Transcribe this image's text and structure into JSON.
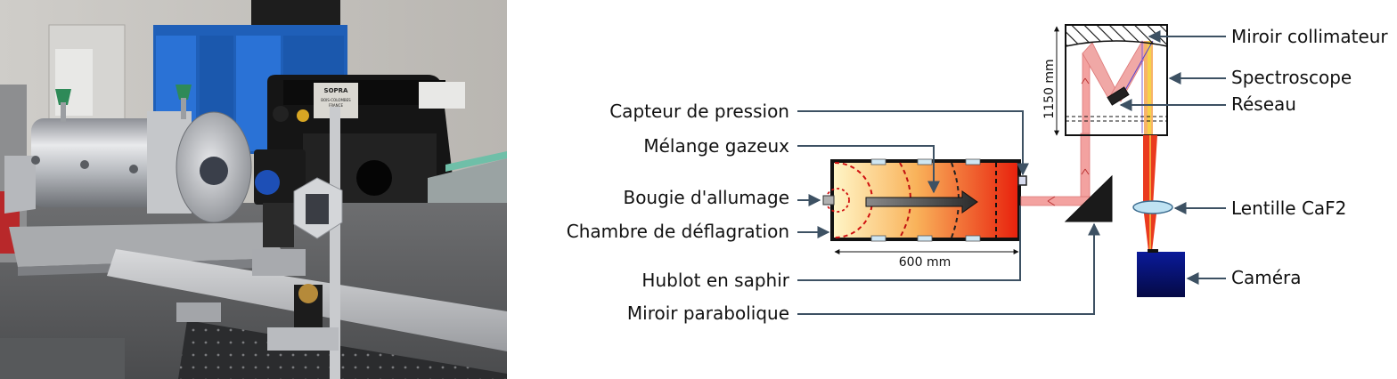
{
  "labels": {
    "capteur_pression": "Capteur de pression",
    "melange_gazeux": "Mélange gazeux",
    "bougie_allumage": "Bougie d'allumage",
    "chambre_deflagration": "Chambre de déflagration",
    "hublot_saphir": "Hublot en saphir",
    "miroir_parabolique": "Miroir parabolique",
    "miroir_collimateur": "Miroir collimateur",
    "spectroscope": "Spectroscope",
    "reseau": "Réseau",
    "lentille": "Lentille CaF2",
    "camera": "Caméra"
  },
  "dimensions": {
    "chamber_length": "600 mm",
    "spectroscope_height": "1150 mm"
  },
  "photo_text": {
    "brand": "SOPRA",
    "line1": "BOIS-COLOMBES",
    "line2": "FRANCE"
  },
  "colors": {
    "leader_line": "#3d5163",
    "chamber_hot": "#e8200c",
    "chamber_cold": "#fff6c8",
    "beam": "#f3a2a0",
    "camera": "#0a1a9a",
    "lens": "#bfe2f2"
  }
}
